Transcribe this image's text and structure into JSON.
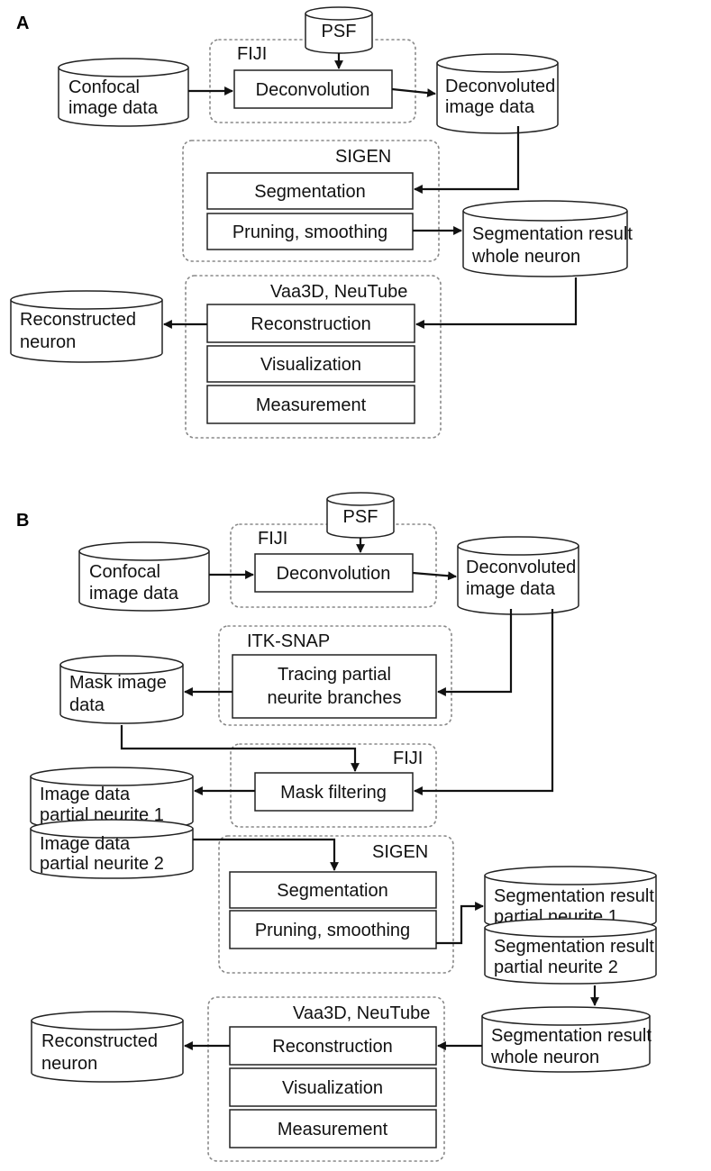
{
  "panels": {
    "a": "A",
    "b": "B"
  },
  "diagram_a": {
    "psf": "PSF",
    "fiji": "FIJI",
    "deconvolution": "Deconvolution",
    "confocal_1": "Confocal",
    "confocal_2": "image data",
    "deconvoluted_1": "Deconvoluted",
    "deconvoluted_2": "image data",
    "sigen": "SIGEN",
    "segmentation": "Segmentation",
    "pruning": "Pruning, smoothing",
    "seg_whole_1": "Segmentation result",
    "seg_whole_2": "whole neuron",
    "vaa3d": "Vaa3D, NeuTube",
    "reconstruction": "Reconstruction",
    "visualization": "Visualization",
    "measurement": "Measurement",
    "reconstructed_1": "Reconstructed",
    "reconstructed_2": "neuron"
  },
  "diagram_b": {
    "psf": "PSF",
    "fiji": "FIJI",
    "deconvolution": "Deconvolution",
    "confocal_1": "Confocal",
    "confocal_2": "image data",
    "deconvoluted_1": "Deconvoluted",
    "deconvoluted_2": "image data",
    "itksnap": "ITK-SNAP",
    "tracing_1": "Tracing partial",
    "tracing_2": "neurite branches",
    "mask_1": "Mask image",
    "mask_2": "data",
    "fiji2": "FIJI",
    "mask_filtering": "Mask filtering",
    "img1_1": "Image data",
    "img1_2": "partial neurite 1",
    "img2_1": "Image data",
    "img2_2": "partial neurite 2",
    "sigen": "SIGEN",
    "segmentation": "Segmentation",
    "pruning": "Pruning, smoothing",
    "segp1_1": "Segmentation result",
    "segp1_2": "partial neurite 1",
    "segp2_1": "Segmentation result",
    "segp2_2": "partial neurite 2",
    "seg_whole_1": "Segmentation result",
    "seg_whole_2": "whole neuron",
    "vaa3d": "Vaa3D, NeuTube",
    "reconstruction": "Reconstruction",
    "visualization": "Visualization",
    "measurement": "Measurement",
    "reconstructed_1": "Reconstructed",
    "reconstructed_2": "neuron"
  }
}
